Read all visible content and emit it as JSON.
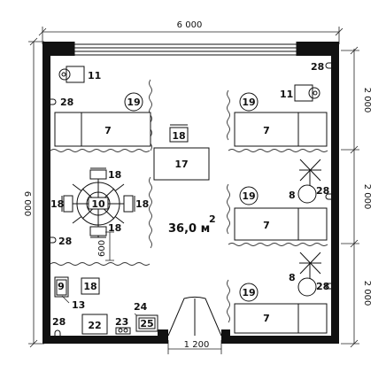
{
  "dimensions": {
    "top": "6 000",
    "left": "6 000",
    "right_1": "2 000",
    "right_2": "2 000",
    "right_3": "2 000",
    "door": "1 200",
    "table_gap": "600"
  },
  "area": {
    "value": "36,0 м",
    "sup": "2"
  },
  "labels": {
    "n7": "7",
    "n8": "8",
    "n9": "9",
    "n10": "10",
    "n11": "11",
    "n13": "13",
    "n17": "17",
    "n18": "18",
    "n19": "19",
    "n22": "22",
    "n23": "23",
    "n24": "24",
    "n25": "25",
    "n28": "28"
  }
}
